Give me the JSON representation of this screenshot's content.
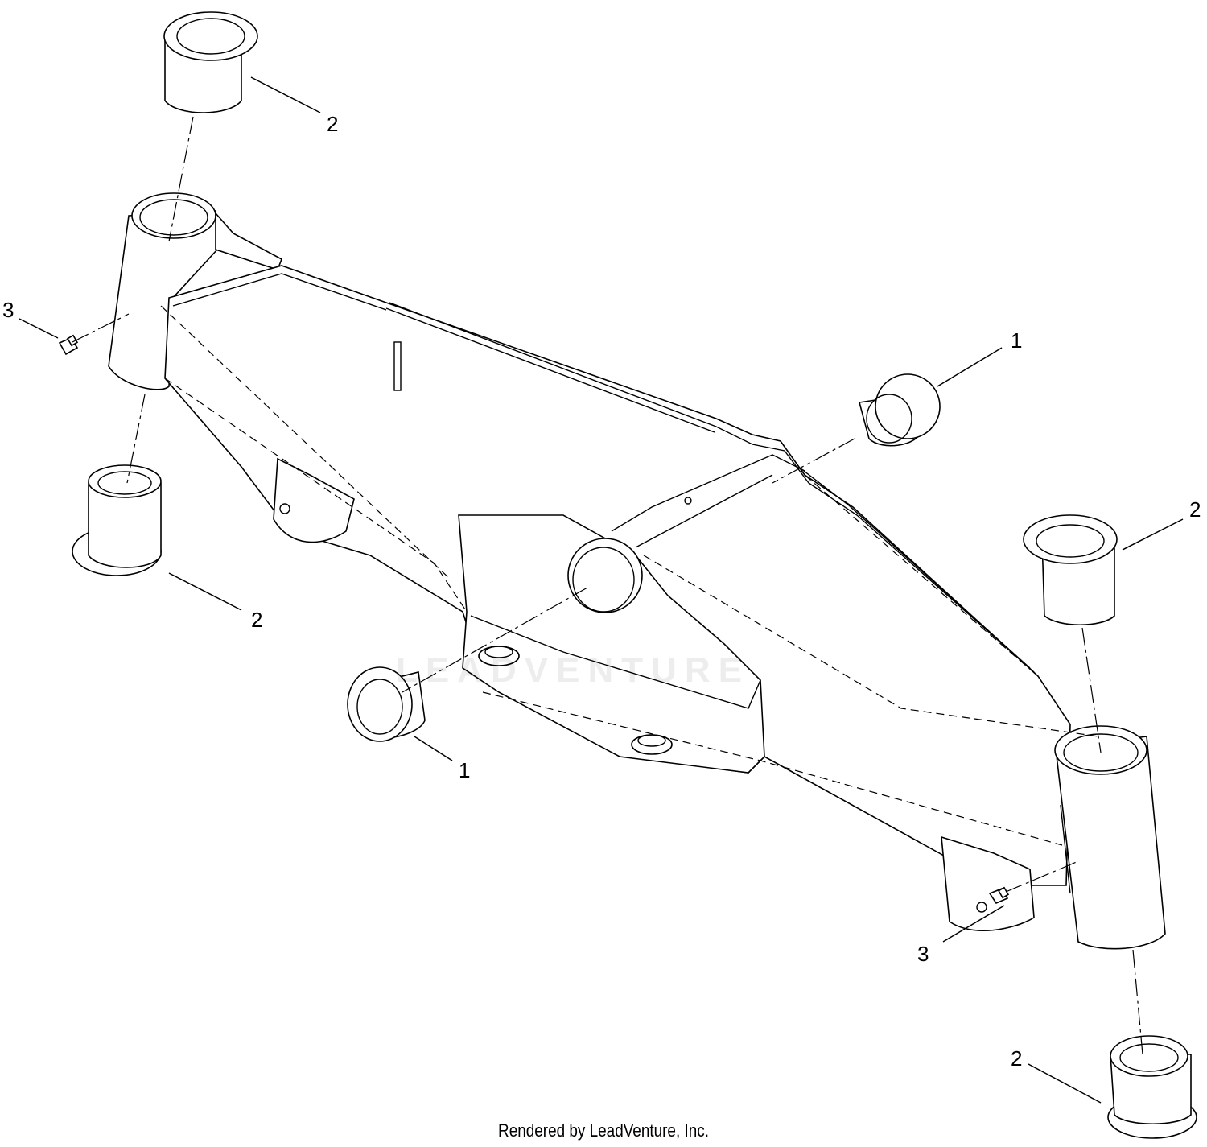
{
  "callouts": [
    {
      "id": "c1",
      "label": "1"
    },
    {
      "id": "c2",
      "label": "1"
    },
    {
      "id": "c3",
      "label": "2"
    },
    {
      "id": "c4",
      "label": "2"
    },
    {
      "id": "c5",
      "label": "2"
    },
    {
      "id": "c6",
      "label": "2"
    },
    {
      "id": "c7",
      "label": "3"
    },
    {
      "id": "c8",
      "label": "3"
    }
  ],
  "watermark": "LEADVENTURE",
  "footer": "Rendered by LeadVenture, Inc."
}
